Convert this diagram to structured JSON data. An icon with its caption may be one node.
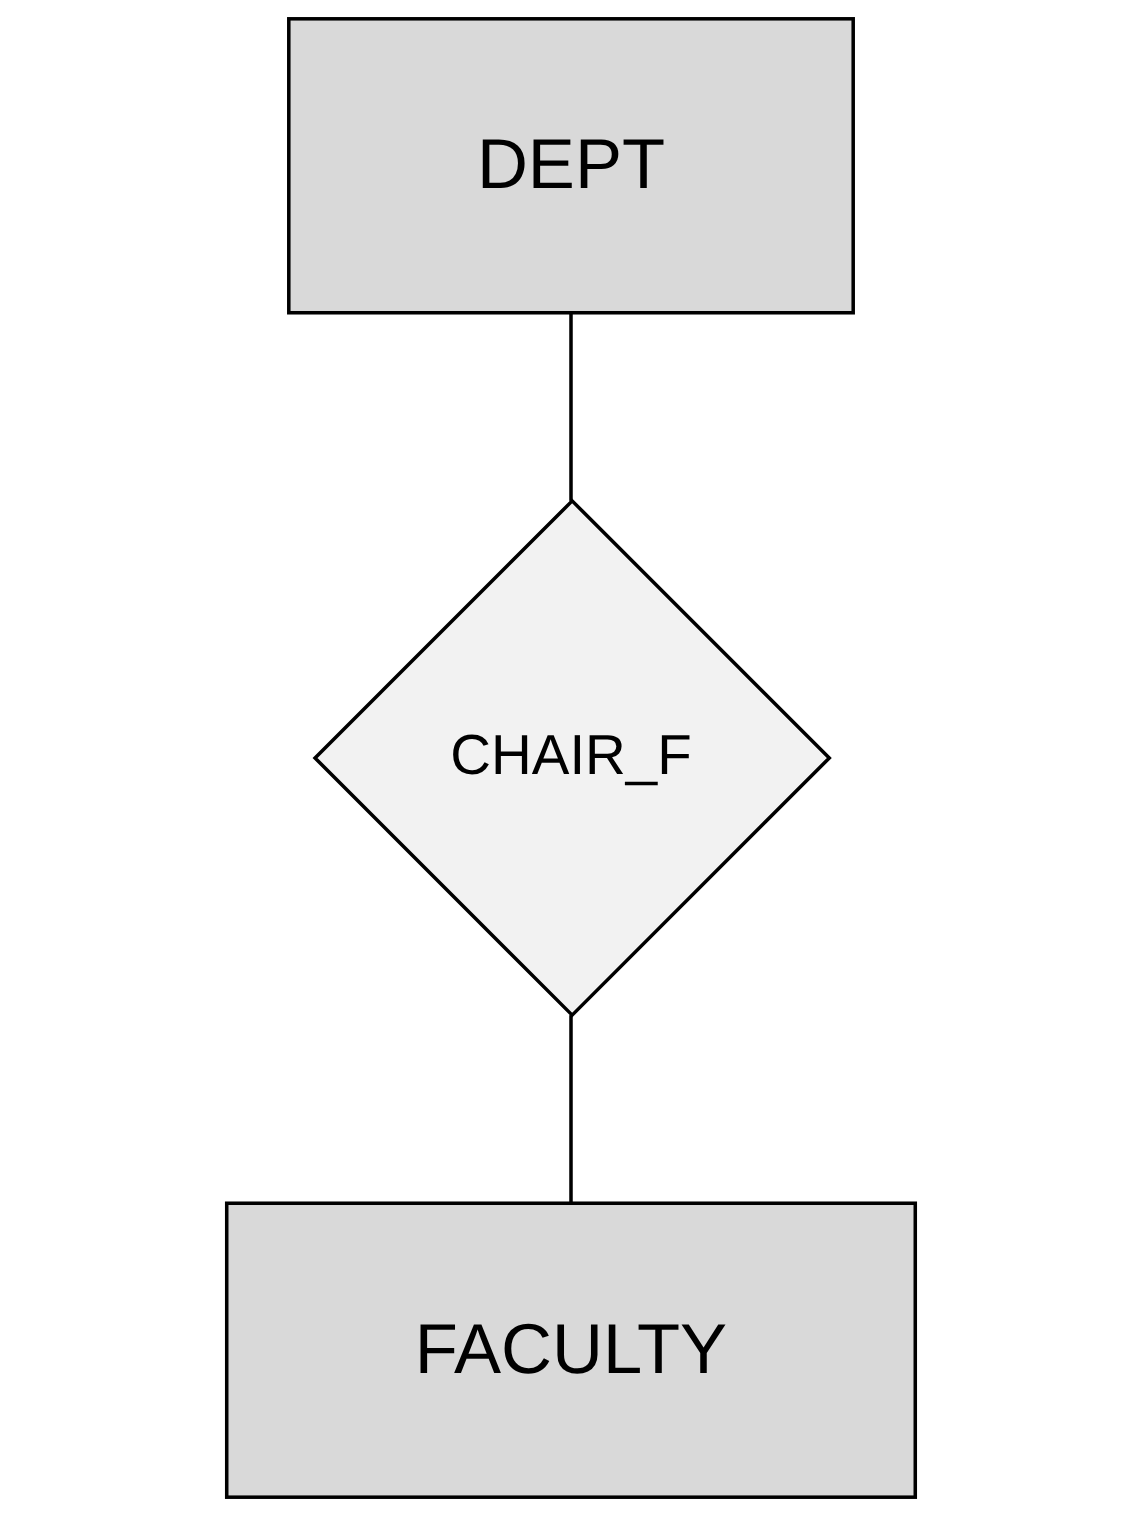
{
  "diagram": {
    "nodes": [
      {
        "text": [
          "DEPT"
        ]
      },
      {
        "text": [
          "CHAIR_F"
        ]
      },
      {
        "text": [
          "FACULTY"
        ]
      }
    ],
    "edges": [
      {
        "from": 0,
        "to": 1,
        "arrow": "none"
      },
      {
        "from": 1,
        "to": 2,
        "arrow": "none"
      }
    ]
  }
}
